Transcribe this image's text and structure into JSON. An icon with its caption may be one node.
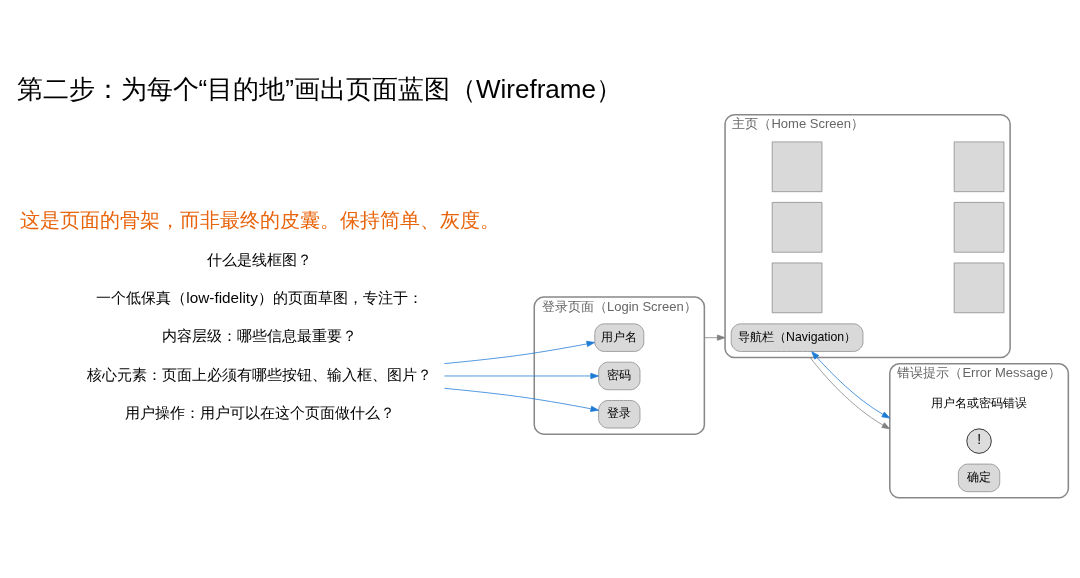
{
  "diagram": {
    "title": "第二步：为每个“目的地”画出页面蓝图（Wireframe）",
    "nodes": [
      {
        "text": [
          "核心元素：页面上必须有哪些按钮、输入框、图片？"
        ]
      },
      {
        "text": [
          "登录页面（Login Screen）"
        ]
      },
      {
        "text": [
          "用户名"
        ],
        "in": 1
      },
      {
        "text": [
          "密码"
        ],
        "in": 1
      },
      {
        "text": [
          "登录"
        ],
        "in": 1
      },
      {
        "text": [
          "主页（Home Screen）"
        ]
      },
      {
        "text": [
          "导航栏（Navigation）"
        ],
        "in": 5
      },
      {
        "text": [],
        "shape": "box",
        "in": 5
      },
      {
        "text": [],
        "shape": "box",
        "in": 5
      },
      {
        "text": [],
        "shape": "box",
        "in": 5
      },
      {
        "text": [],
        "shape": "box",
        "in": 5
      },
      {
        "text": [],
        "shape": "box",
        "in": 5
      },
      {
        "text": [],
        "shape": "box",
        "in": 5
      },
      {
        "text": [
          "错误提示（Error Message）",
          "用户名或密码错误"
        ]
      },
      {
        "text": [
          "!"
        ],
        "in": 13
      },
      {
        "text": [
          "确定"
        ],
        "in": 13
      }
    ],
    "edges": [
      {
        "from": 0,
        "to": 2,
        "arrow": "to"
      },
      {
        "from": 0,
        "to": 3,
        "arrow": "to"
      },
      {
        "from": 0,
        "to": 4,
        "arrow": "to"
      },
      {
        "from": 1,
        "to": 5,
        "arrow": "to",
        "color": "#808080"
      },
      {
        "from": 5,
        "to": 13,
        "arrow": "to",
        "color": "#808080"
      },
      {
        "from": 6,
        "to": 13,
        "arrow": "both"
      }
    ],
    "labels": [
      "这是页面的骨架，而非最终的皮囊。保持简单、灰度。",
      "什么是线框图？",
      "一个低保真（low-fidelity）的页面草图，专注于：",
      "内容层级：哪些信息最重要？",
      "用户操作：用户可以在这个页面做什么？"
    ]
  }
}
